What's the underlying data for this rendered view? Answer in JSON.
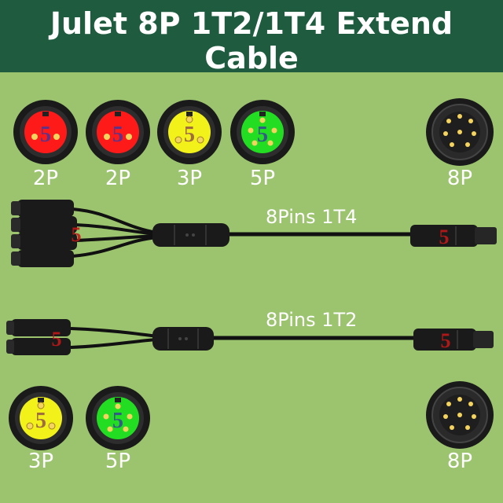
{
  "title": "Julet 8P 1T2/1T4 Extend Cable",
  "brand_mark": "5",
  "colors": {
    "background": "#9cc46f",
    "banner": "#1f5b3f",
    "red": "#ff1a1a",
    "yellow": "#f2f21a",
    "green": "#22dd22",
    "cable": "#111111"
  },
  "top_row": [
    {
      "label": "2P",
      "color": "red"
    },
    {
      "label": "2P",
      "color": "red"
    },
    {
      "label": "3P",
      "color": "yellow"
    },
    {
      "label": "5P",
      "color": "green"
    }
  ],
  "top_main": {
    "label": "8P"
  },
  "cable_1t4": {
    "label": "8Pins 1T4"
  },
  "cable_1t2": {
    "label": "8Pins 1T2"
  },
  "bottom_row": [
    {
      "label": "3P",
      "color": "yellow"
    },
    {
      "label": "5P",
      "color": "green"
    }
  ],
  "bottom_main": {
    "label": "8P"
  }
}
